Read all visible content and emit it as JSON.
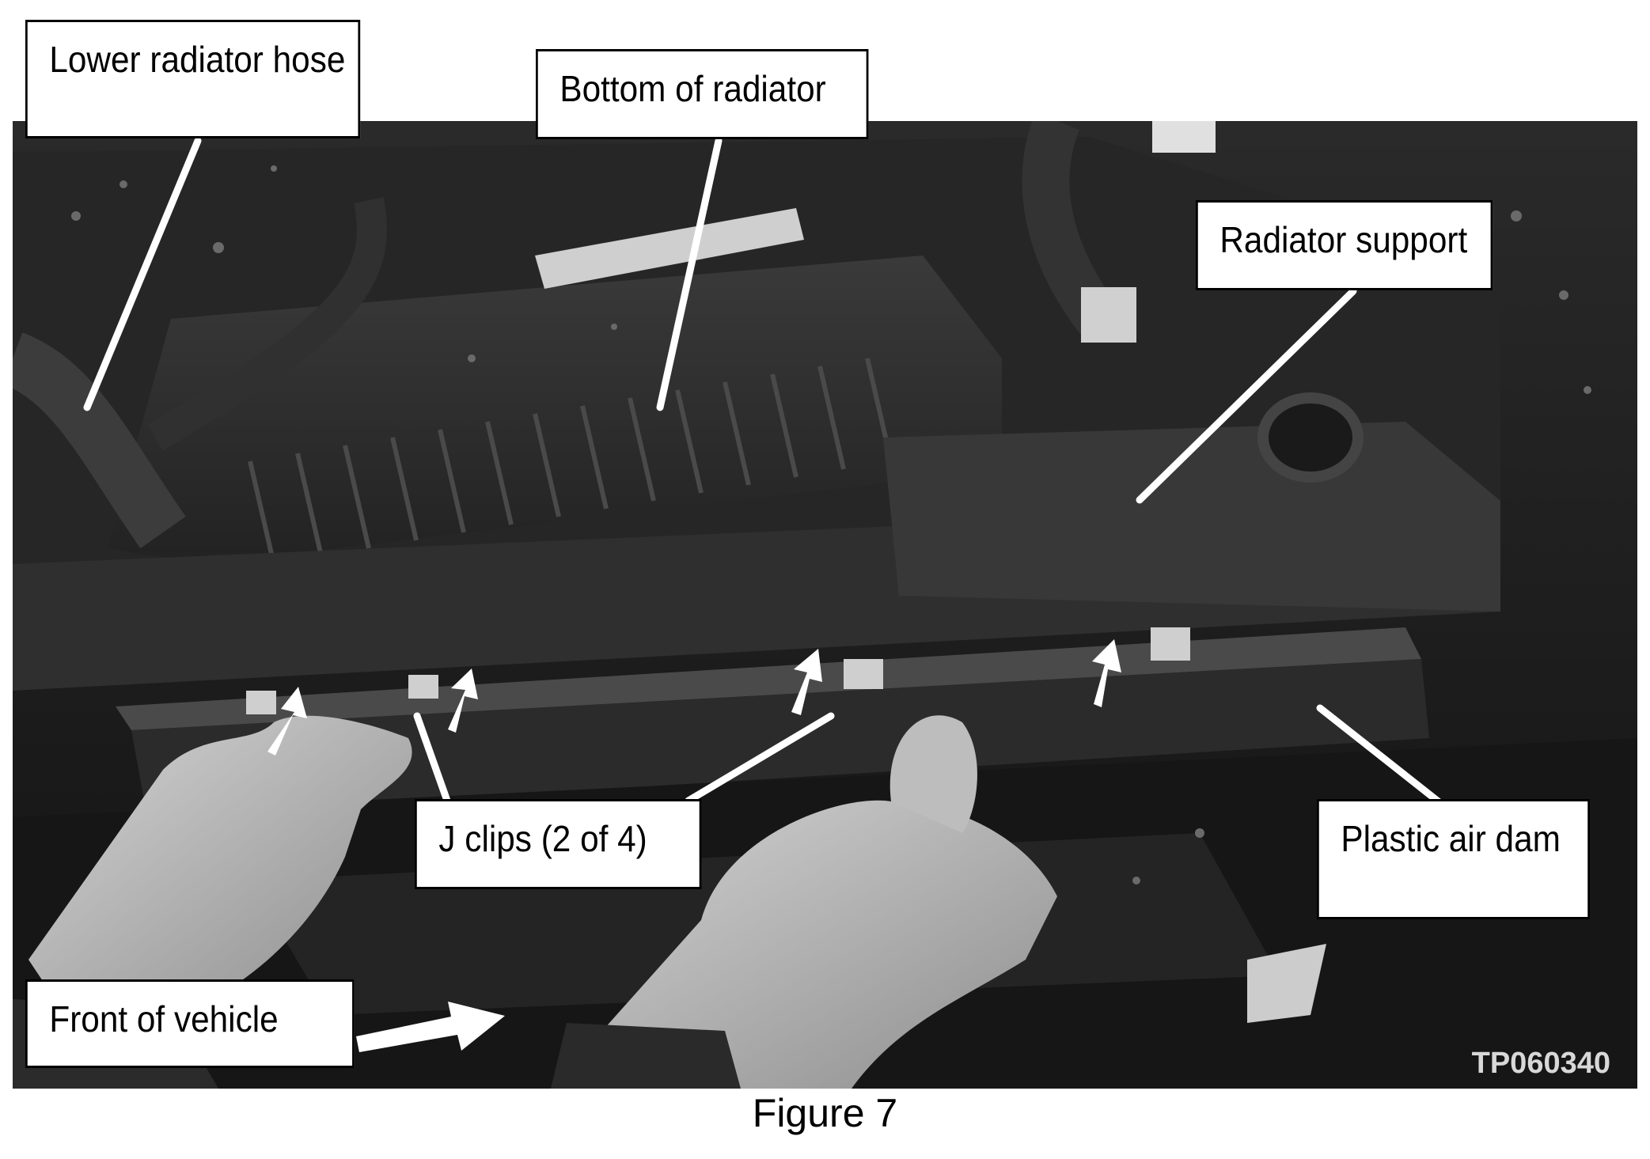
{
  "callouts": {
    "lower_radiator_hose": "Lower radiator hose",
    "bottom_of_radiator": "Bottom of radiator",
    "radiator_support": "Radiator support",
    "j_clips": "J clips (2 of 4)",
    "plastic_air_dam": "Plastic air dam",
    "front_of_vehicle": "Front of vehicle"
  },
  "photo": {
    "id": "TP060340"
  },
  "caption": "Figure 7",
  "colors": {
    "photo_base": "#1c1c1c",
    "callout_border": "#000000",
    "leader_line": "#ffffff"
  }
}
